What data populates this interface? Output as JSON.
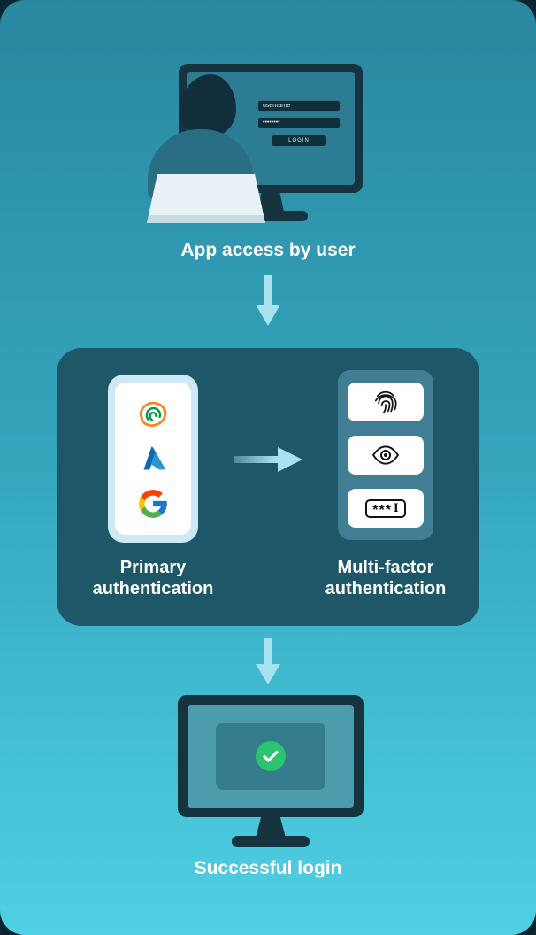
{
  "colors": {
    "background_top": "#2a87a0",
    "background_bottom": "#4fd0e4",
    "panel": "#1d5768",
    "phone_card": "#cfe9f4",
    "mfa_card": "#3f7e93",
    "monitor_frame": "#153440",
    "screen_top": "#2c7c94",
    "screen_bottom": "#4d9cae",
    "arrow": "#a9e2ef",
    "success_green": "#2bc46f",
    "label_text": "#ffffff"
  },
  "labels": {
    "app_access": "App access by user",
    "primary_auth": "Primary authentication",
    "mfa": "Multi-factor authentication",
    "success": "Successful login"
  },
  "login_form": {
    "username_field": "username",
    "password_field": "••••••••",
    "login_button": "LOGIN"
  },
  "mfa_password_icon": {
    "stars": "***",
    "cursor": "I"
  },
  "icons": {
    "primary_auth_providers": [
      "oneauth-fingerprint-icon",
      "azure-icon",
      "google-icon"
    ],
    "mfa_methods": [
      "fingerprint-icon",
      "eye-icon",
      "password-field-icon"
    ],
    "flow": [
      "arrow-down-icon",
      "arrow-right-icon",
      "check-icon"
    ]
  }
}
